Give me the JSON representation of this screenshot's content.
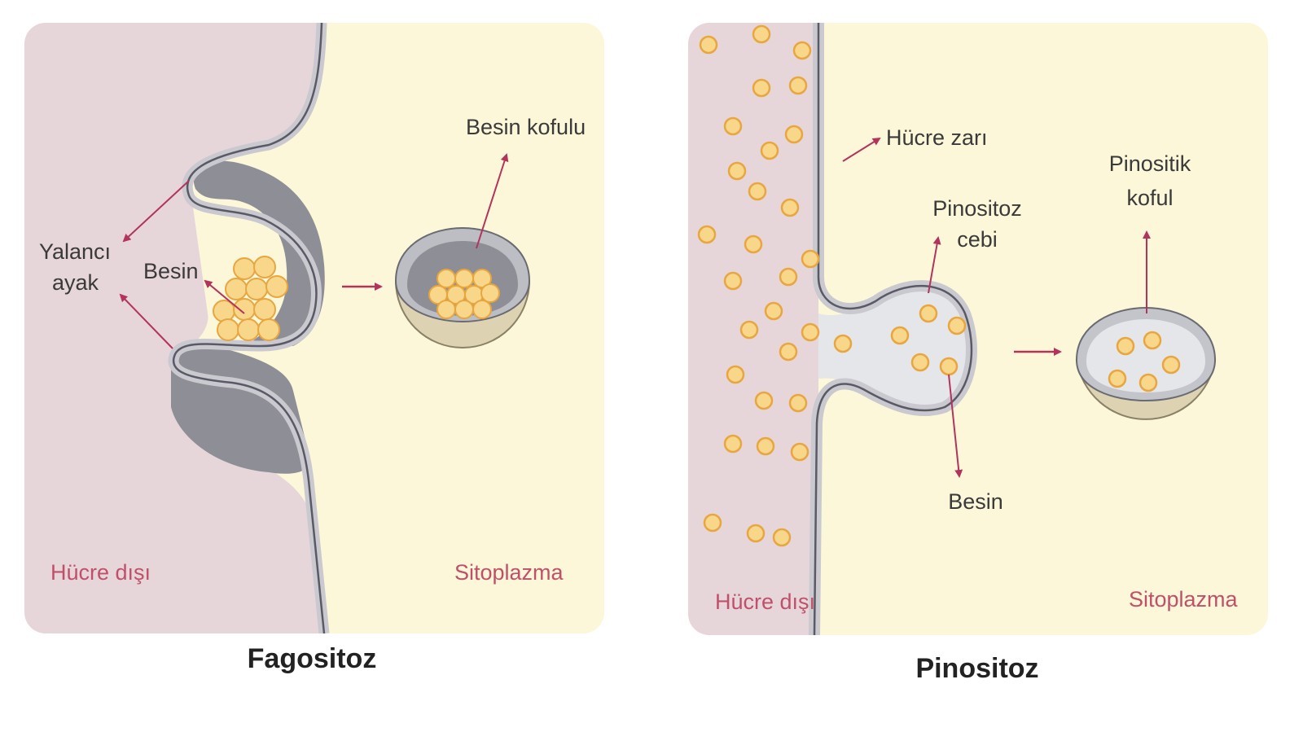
{
  "colors": {
    "outside": "#e6d6da",
    "cytoplasm": "#fbf7d8",
    "membrane": "#c9c9cf",
    "membrane_stroke": "#5a5a66",
    "pocket": "#8e8e96",
    "food_fill": "#f8d68a",
    "food_stroke": "#e8a640",
    "arrow": "#b2345c",
    "label_red": "#c0506a",
    "vacuole_outer": "#ddd3b2"
  },
  "fagositoz": {
    "caption": "Fagositoz",
    "labels": {
      "outside": "Hücre dışı",
      "cytoplasm": "Sitoplazma",
      "pseudopod_line1": "Yalancı",
      "pseudopod_line2": "ayak",
      "food": "Besin",
      "food_vacuole": "Besin kofulu"
    }
  },
  "pinositoz": {
    "caption": "Pinositoz",
    "labels": {
      "outside": "Hücre dışı",
      "cytoplasm": "Sitoplazma",
      "cell_membrane": "Hücre zarı",
      "pocket_line1": "Pinositoz",
      "pocket_line2": "cebi",
      "food": "Besin",
      "vacuole_line1": "Pinositik",
      "vacuole_line2": "koful"
    }
  }
}
